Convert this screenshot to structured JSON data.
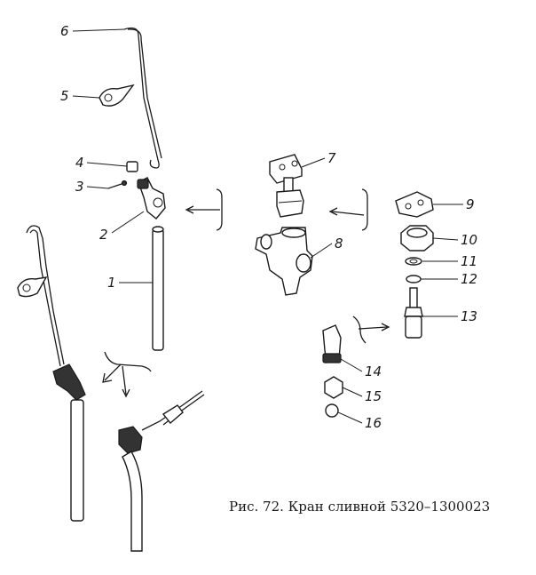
{
  "caption": "Рис. 72. Кран сливной 5320–1300023",
  "callouts": [
    "1",
    "2",
    "3",
    "4",
    "5",
    "6",
    "7",
    "8",
    "9",
    "10",
    "11",
    "12",
    "13",
    "14",
    "15",
    "16"
  ]
}
